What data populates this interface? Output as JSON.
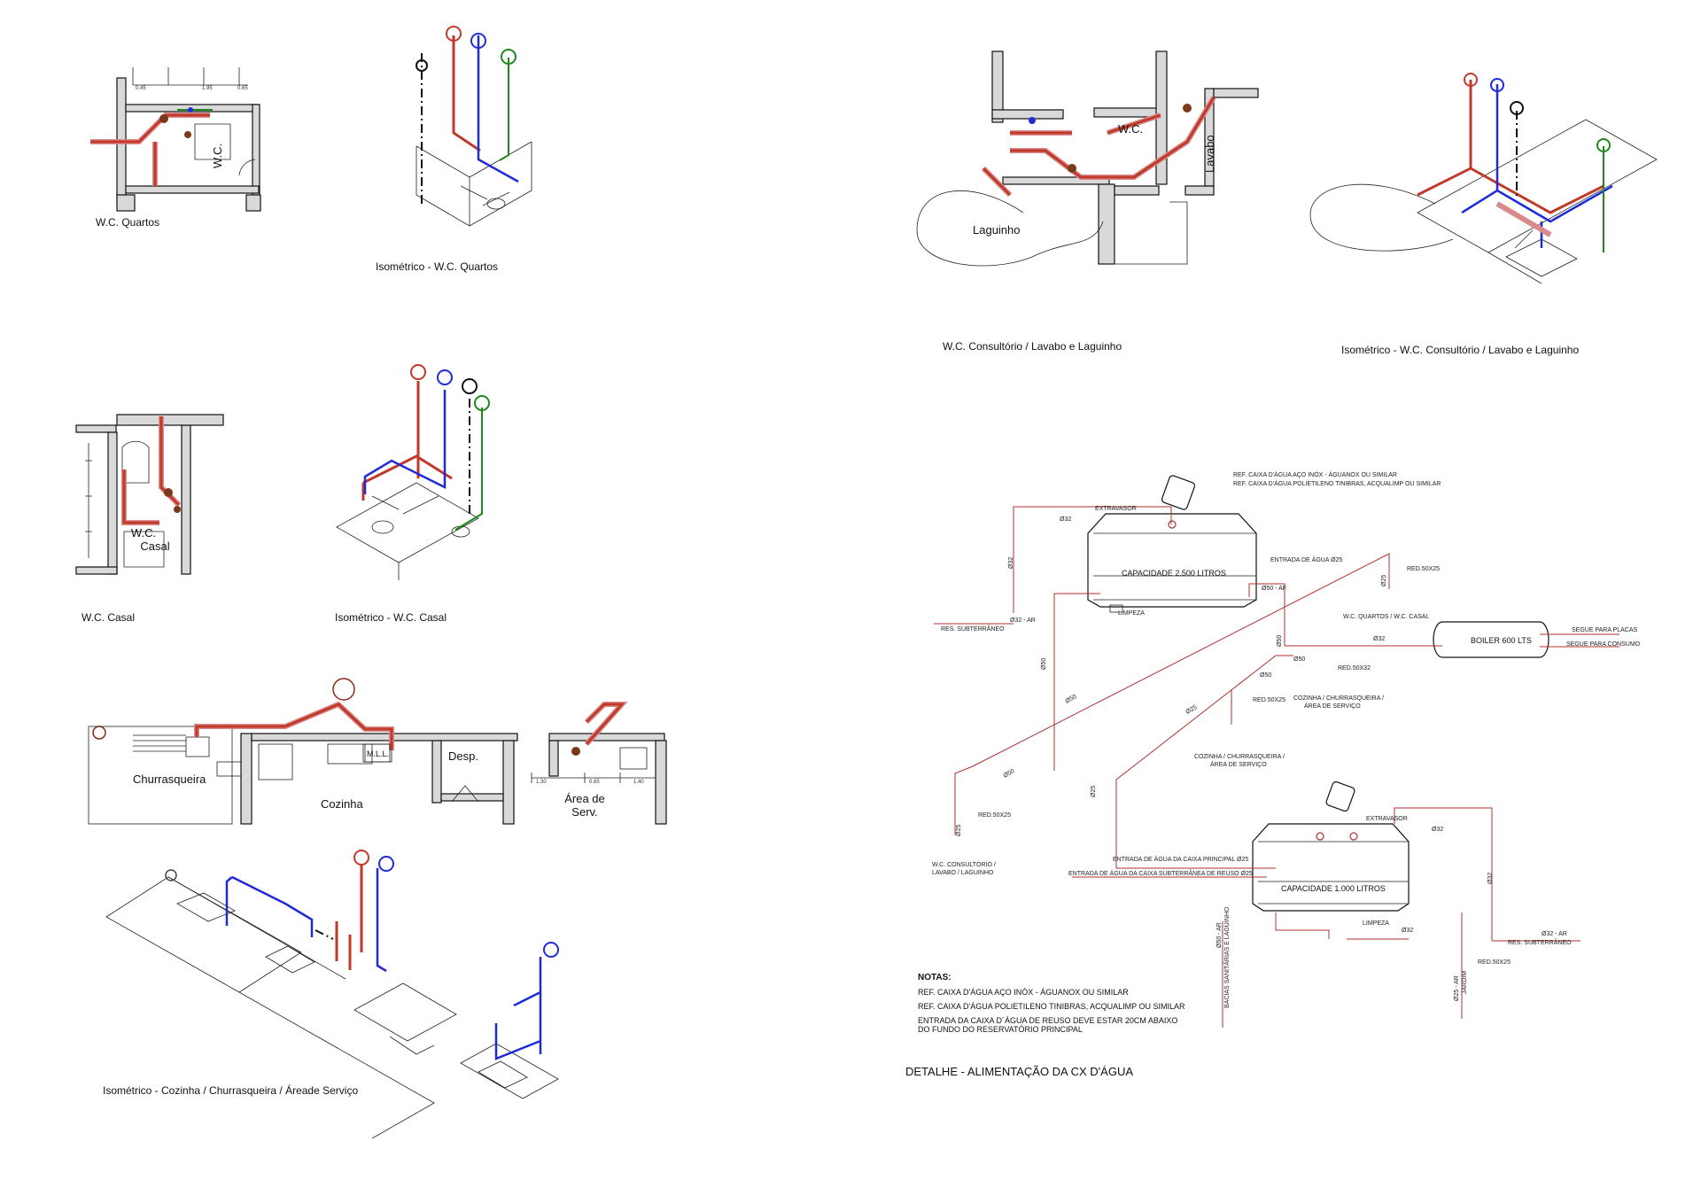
{
  "captions": {
    "wc_quartos": "W.C. Quartos",
    "iso_wc_quartos": "Isométrico - W.C. Quartos",
    "wc_casal": "W.C. Casal",
    "iso_wc_casal": "Isométrico - W.C. Casal",
    "iso_cozinha": "Isométrico - Cozinha / Churrasqueira / Áreade Serviço",
    "wc_consultorio": "W.C. Consultório / Lavabo e Laguinho",
    "iso_wc_consultorio": "Isométrico - W.C. Consultório / Lavabo e Laguinho",
    "detalhe": "DETALHE - ALIMENTAÇÃO DA CX D'ÁGUA"
  },
  "rooms": {
    "wc_quartos": "W.C.",
    "wc_casal": "W.C.\nCasal",
    "churrasqueira": "Churrasqueira",
    "cozinha": "Cozinha",
    "mll": "M.L.L.",
    "desp": "Desp.",
    "area_serv": "Área de\nServ.",
    "wc_consultorio": "W.C.",
    "lavabo": "Lavabo",
    "laguinho": "Laguinho"
  },
  "detail": {
    "ref_top_1": "REF. CAIXA D'ÁGUA AÇO INÓX - ÁGUANOX OU SIMILAR",
    "ref_top_2": "REF. CAIXA D'ÁGUA POLIETILENO TINIBRAS, ACQUALIMP OU SIMILAR",
    "extravasor_1": "EXTRAVASOR",
    "d32_top": "Ø32",
    "entrada_agua": "ENTRADA DE ÁGUA Ø25",
    "capacidade_1": "CAPACIDADE 2.500 LITROS",
    "d25_right": "Ø25",
    "red_50x25_1": "RED.50X25",
    "d50_af": "Ø50 - AF",
    "limpeza_1": "LIMPEZA",
    "d32_ar": "Ø32 - AR",
    "res_subterraneo_1": "RES. SUBTERRÂNEO",
    "d32_vert": "Ø32",
    "wc_quartos_casal": "W.C. QUARTOS / W.C. CASAL",
    "d32_boiler": "Ø32",
    "boiler": "BOILER 600 LTS",
    "segue_placas": "SEGUE PARA PLACAS",
    "segue_consumo": "SEGUE PARA CONSUMO",
    "d50_a": "Ø50",
    "d50_b": "Ø50",
    "d50_c": "Ø50",
    "d50_d": "Ø50",
    "red_50x32": "RED.50X32",
    "red_50x25_2": "RED.50X25",
    "cozinha_1": "COZINHA / CHURRASQUEIRA /\nÁREA DE SERVIÇO",
    "d25_mid": "Ø25",
    "cozinha_2": "COZINHA / CHURRASQUEIRA /\nÁREA DE SERVIÇO",
    "d50_diag1": "Ø50",
    "d50_diag2": "Ø50",
    "d25_left": "Ø25",
    "red_50x25_3": "RED.50X25",
    "wc_consultorio": "W.C. CONSULTÓRIO /\nLAVABO / LAGUINHO",
    "d25_vert2": "Ø25",
    "extravasor_2": "EXTRAVASOR",
    "d32_top2": "Ø32",
    "entrada_principal": "ENTRADA DE ÁGUA DA CAIXA PRINCIPAL Ø25",
    "entrada_reuso": "ENTRADA DE ÁGUA DA CAIXA SUBTERRÂNEA DE REUSO Ø25",
    "capacidade_2": "CAPACIDADE 1.000 LITROS",
    "d32_right2": "Ø32",
    "limpeza_2": "LIMPEZA",
    "d32_limpeza": "Ø32",
    "d32_ar2": "Ø32 - AR",
    "res_subterraneo_2": "RES. SUBTERRÂNEO",
    "red_50x25_4": "RED.50X25",
    "bacias": "Ø50 - AR\nBACIAS SANITÁRIAS E LAGUINHO",
    "jardim": "Ø25 - AR\nJARDIM"
  },
  "notes": {
    "title": "NOTAS:",
    "n1": "REF. CAIXA D'ÁGUA AÇO INÓX - ÁGUANOX OU SIMILAR",
    "n2": "REF. CAIXA D'ÁGUA POLIETILENO TINIBRAS, ACQUALIMP OU SIMILAR",
    "n3": "ENTRADA DA CAIXA D´ÁGUA DE REUSO DEVE ESTAR 20CM ABAIXO\nDO FUNDO DO RESERVATÓRIO PRINCIPAL"
  },
  "colors": {
    "hot": "#c0392b",
    "cold": "#1f2bd8",
    "reuse": "#1e8a1e",
    "vent": "#111111",
    "wall": "#d9d9d9"
  }
}
